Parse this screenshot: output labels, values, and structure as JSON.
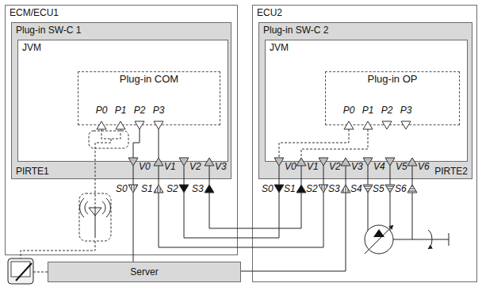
{
  "diagram": {
    "nodes": [
      {
        "text": [
          "ECM/ECU1"
        ]
      },
      {
        "text": [
          "Plug-in SW-C 1",
          "PIRTE1"
        ],
        "in": 0
      },
      {
        "text": [
          "JVM"
        ],
        "in": 1
      },
      {
        "text": [
          "Plug-in COM"
        ],
        "in": 2
      },
      {
        "text": [
          "ECU2"
        ]
      },
      {
        "text": [
          "Plug-in SW-C 2",
          "PIRTE2"
        ],
        "in": 4
      },
      {
        "text": [
          "JVM"
        ],
        "in": 5
      },
      {
        "text": [
          "Plug-in OP"
        ],
        "in": 6
      },
      {
        "text": [
          "Server"
        ]
      }
    ],
    "edges": [
      {
        "from": 0,
        "to": 4,
        "arrow": "none"
      },
      {
        "from": 0,
        "to": 4,
        "arrow": "none"
      },
      {
        "from": 0,
        "to": 4,
        "arrow": "none"
      },
      {
        "from": 0,
        "to": 8,
        "arrow": "none"
      },
      {
        "from": 4,
        "to": 8,
        "arrow": "none"
      }
    ],
    "labels": [
      "P0",
      "P1",
      "P2",
      "P3",
      "V0",
      "V1",
      "V2",
      "V3",
      "S0",
      "S1",
      "S2",
      "S3",
      "P0",
      "P1",
      "P2",
      "P3",
      "V0",
      "V1",
      "V2",
      "V3",
      "V4",
      "V5",
      "V6",
      "S0",
      "S1",
      "S2",
      "S3",
      "S4",
      "S5",
      "S6"
    ]
  }
}
